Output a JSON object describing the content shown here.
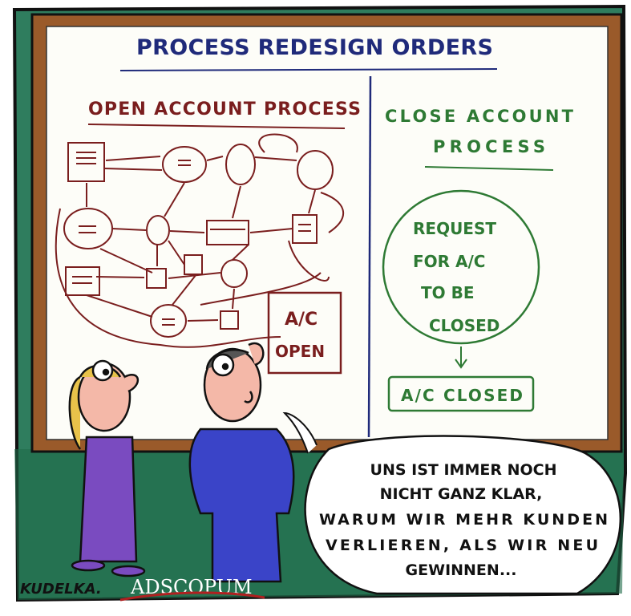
{
  "board": {
    "title": "PROCESS REDESIGN ORDERS",
    "left_heading": "OPEN ACCOUNT PROCESS",
    "right_heading_line1": "CLOSE ACCOUNT",
    "right_heading_line2": "PROCESS",
    "open_box_line1": "A/C",
    "open_box_line2": "OPEN",
    "request_lines": [
      "REQUEST",
      "FOR A/C",
      "TO BE",
      "CLOSED"
    ],
    "closed_box": "A/C CLOSED"
  },
  "speech": {
    "lines": [
      "UNS IST IMMER NOCH",
      "NICHT GANZ KLAR,",
      "WARUM WIR MEHR KUNDEN",
      "VERLIEREN, ALS WIR NEU",
      "GEWINNEN..."
    ]
  },
  "signature": "KUDELKA.",
  "logo": "ADSCOPUM",
  "colors": {
    "background": "#2f7d5e",
    "board_frame": "#9a5a2a",
    "title_blue": "#1f2a7a",
    "open_red": "#7a1e1e",
    "close_green": "#2e7a34",
    "woman_dress": "#7a4bc0",
    "man_suit": "#3a44c8"
  }
}
